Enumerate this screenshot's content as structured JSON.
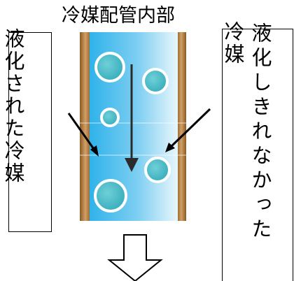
{
  "title": "冷媒配管内部",
  "labels": {
    "liquefied_refrigerant": "液化された冷媒",
    "refrigerant": "冷媒",
    "not_liquefied": "液化しきれなかった"
  },
  "colors": {
    "pipe_wall": "#b07c3e",
    "pipe_fluid_top": "#33b5ea",
    "pipe_fluid_light": "#e6f5fc",
    "bubble_fill": "#4fbfcb",
    "arrow": "#2b2b2b"
  },
  "icons": {
    "flow_arrow": "arrow-down-icon",
    "pointer_arrow": "pointer-arrow-icon",
    "outline_arrow": "hollow-down-arrow-icon"
  }
}
